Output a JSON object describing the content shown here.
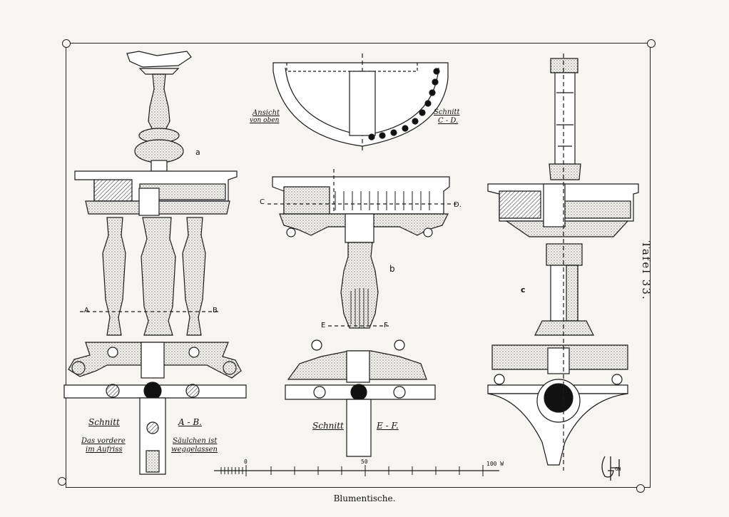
{
  "plate_label": "Tafel 33.",
  "caption": "Blumentische.",
  "figures": {
    "a": "a",
    "b": "b",
    "c": "c"
  },
  "section_marks": {
    "a": "A",
    "b": "B",
    "c": "C",
    "d": "D.",
    "e": "E",
    "f": "F"
  },
  "annotations": {
    "view_from_above_1": "Ansicht",
    "view_from_above_2": "von oben",
    "section_cd_1": "Schnitt",
    "section_cd_2": "C - D.",
    "section_ab_1": "Schnitt",
    "section_ab_2": "A - B.",
    "section_ef_1": "Schnitt",
    "section_ef_2": "E - F.",
    "note_1": "Das vordere",
    "note_2": "im Aufriss",
    "note_3": "Säulchen ist",
    "note_4": "weggelassen"
  },
  "scale": {
    "zero": "0",
    "mid": "50",
    "end": "100 W"
  },
  "monogram": "GH"
}
